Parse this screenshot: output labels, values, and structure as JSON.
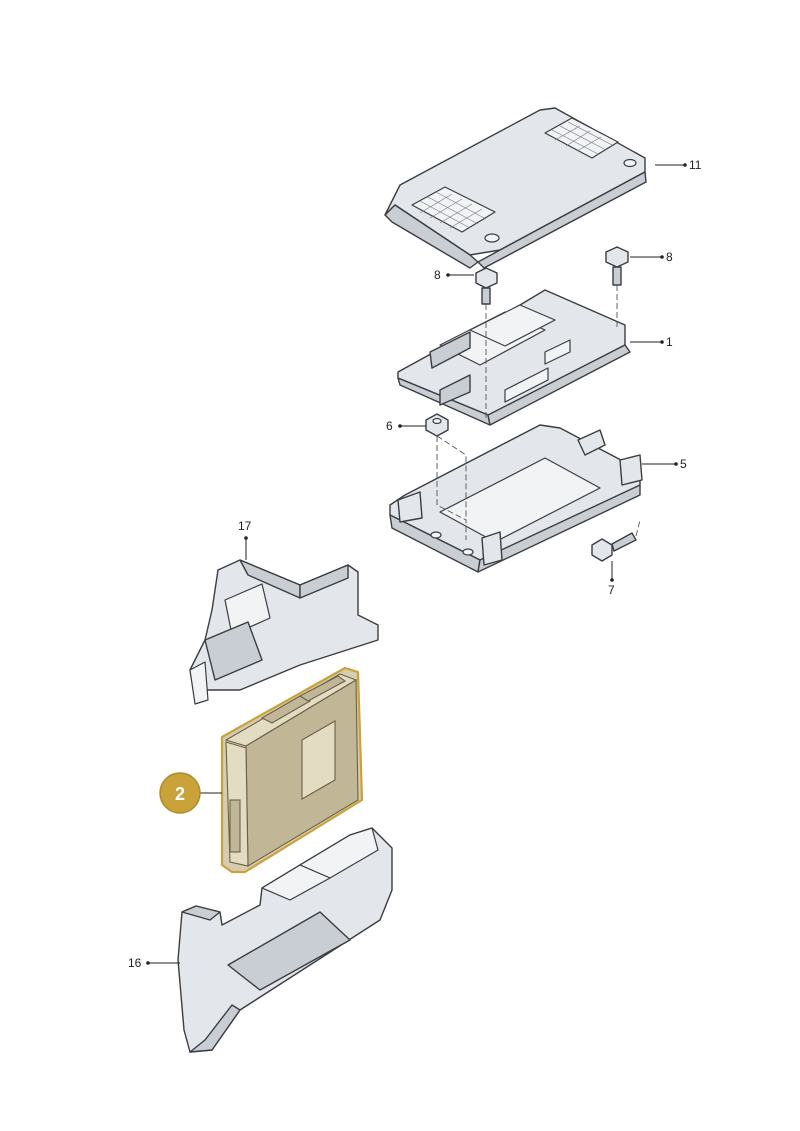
{
  "callouts": {
    "c11": "11",
    "c8a": "8",
    "c8b": "8",
    "c1": "1",
    "c6": "6",
    "c5": "5",
    "c7": "7",
    "c17": "17",
    "c2": "2",
    "c16": "16"
  },
  "colors": {
    "highlight_fill": "#d6cdb0",
    "highlight_outline": "#c9a23a",
    "callout_badge": "#c9a23a",
    "part_fill": "#e3e6ea",
    "line": "#3a3d42"
  }
}
